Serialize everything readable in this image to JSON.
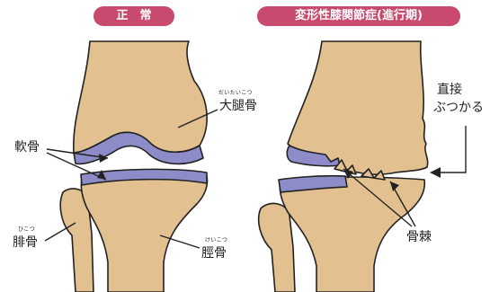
{
  "colors": {
    "bone": "#e3c08f",
    "bone_outline": "#222222",
    "cartilage": "#8e8cc8",
    "title_pill": "#c84a6e"
  },
  "normal": {
    "title": "正　常",
    "labels": {
      "femur": "大腿骨",
      "femur_reading": "だいたいこつ",
      "cartilage": "軟骨",
      "fibula": "腓骨",
      "fibula_reading": "ひこつ",
      "tibia": "脛骨",
      "tibia_reading": "けいこつ"
    }
  },
  "oa": {
    "title": "変形性膝関節症(進行期)",
    "labels": {
      "direct_contact_line1": "直接",
      "direct_contact_line2": "ぶつかる",
      "osteophyte": "骨棘"
    }
  }
}
